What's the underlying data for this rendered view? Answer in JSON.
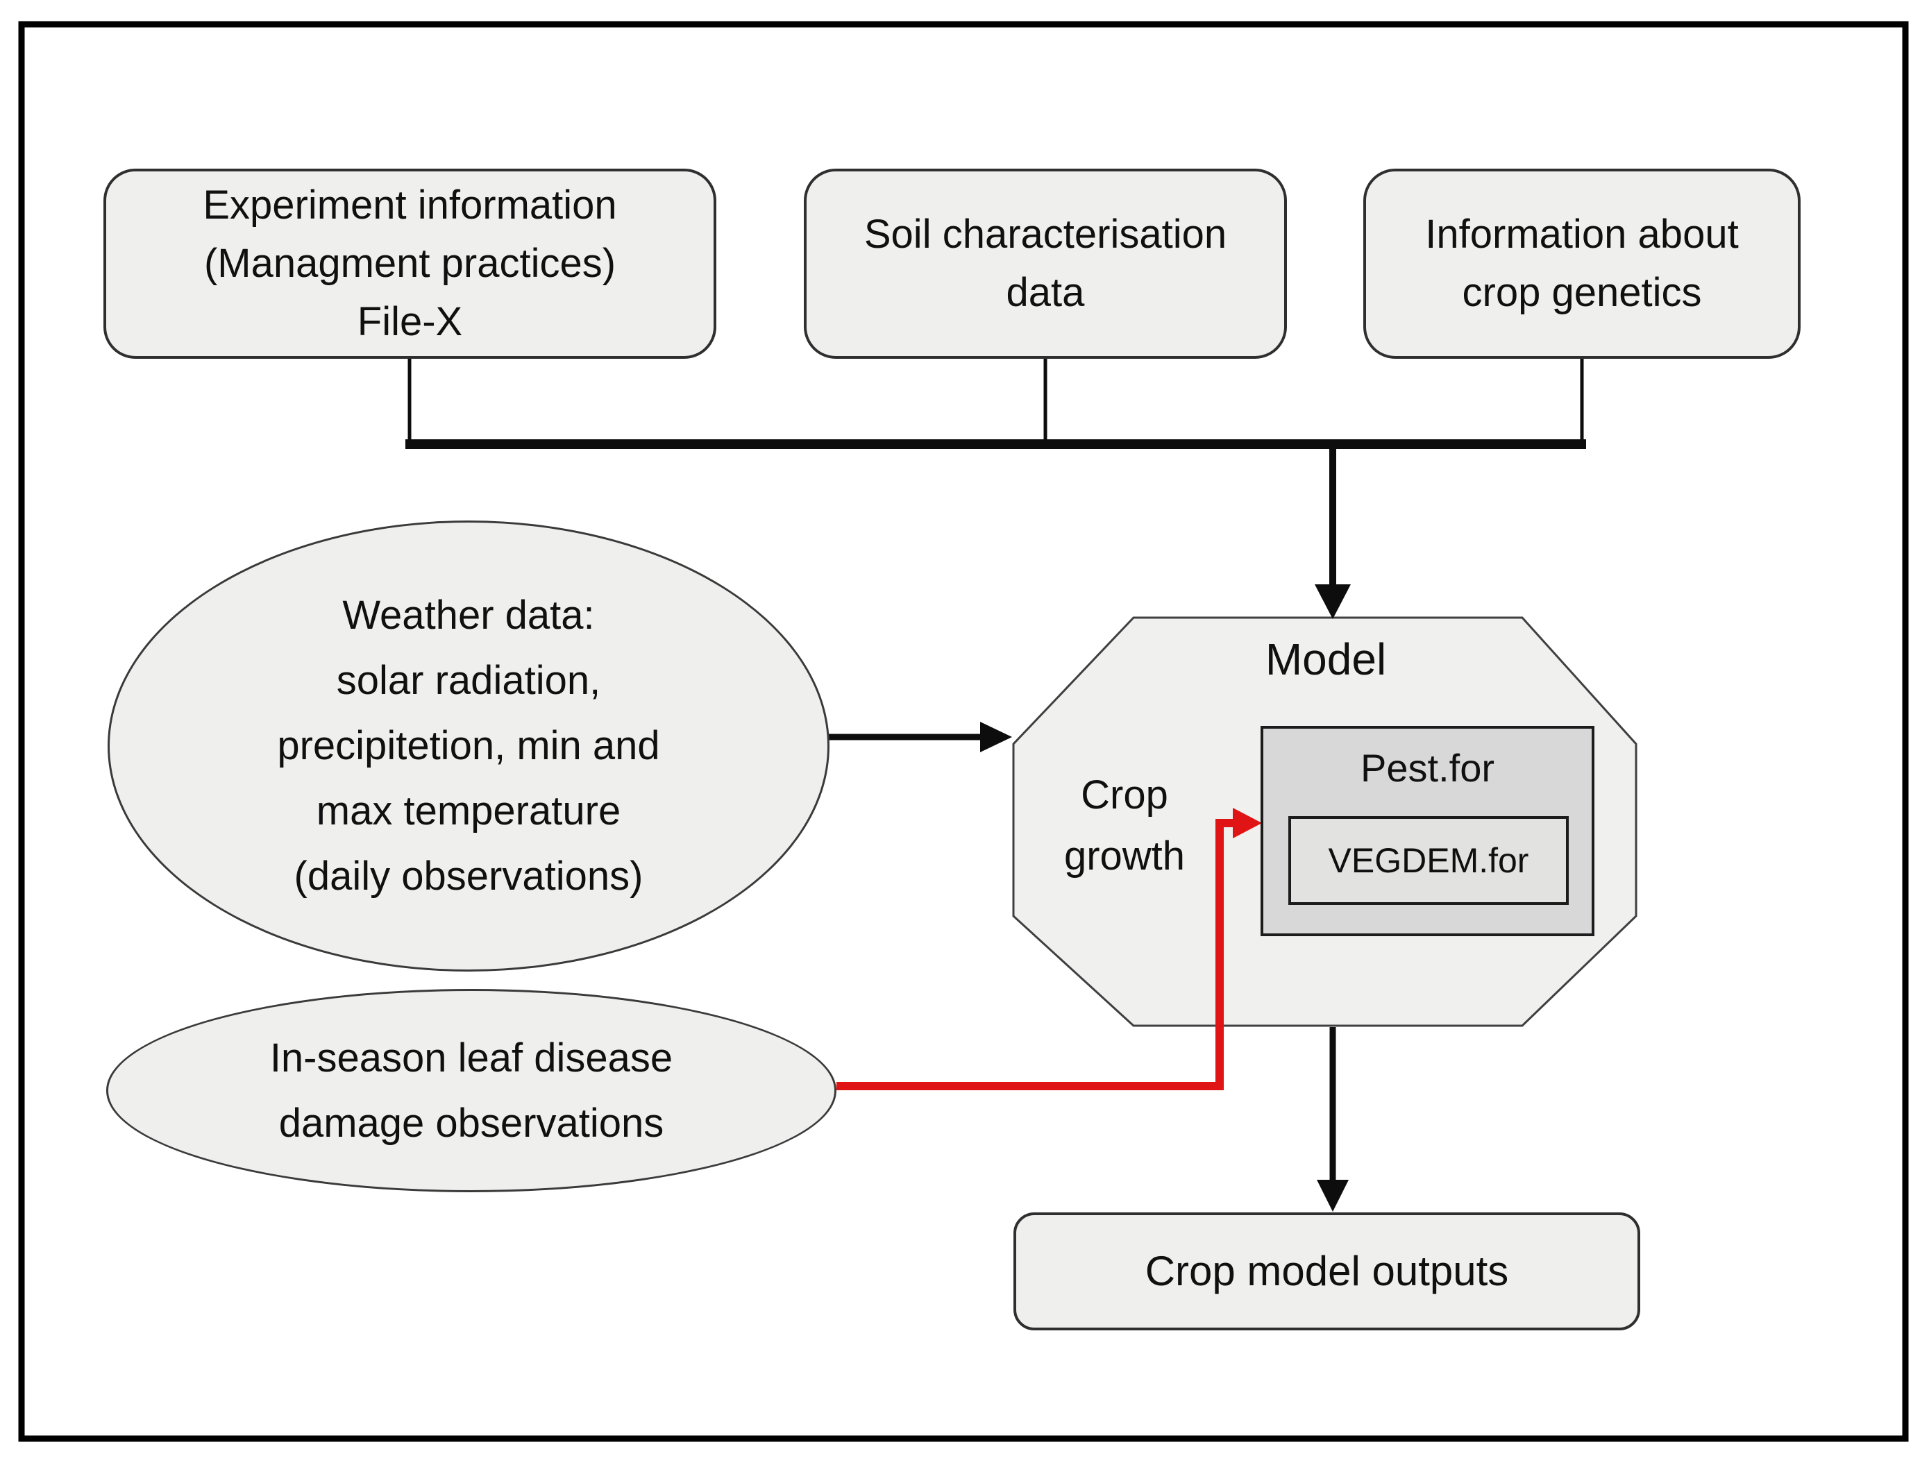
{
  "diagram": {
    "nodes": {
      "experiment": {
        "label": "Experiment information\n(Managment practices)\nFile-X"
      },
      "soil": {
        "label": "Soil characterisation\ndata"
      },
      "genetics": {
        "label": "Information about\ncrop genetics"
      },
      "weather": {
        "label": "Weather data:\nsolar radiation,\nprecipitetion, min and\nmax temperature\n(daily observations)"
      },
      "disease": {
        "label": "In-season leaf disease\ndamage observations"
      },
      "model": {
        "title": "Model",
        "side_label": "Crop\ngrowth",
        "pest_label": "Pest.for",
        "vegdem_label": "VEGDEM.for"
      },
      "outputs": {
        "label": "Crop model outputs"
      }
    },
    "colors": {
      "node_fill": "#efefed",
      "model_fill": "#f0f0ef",
      "pest_fill": "#d8d8d8",
      "vegdem_fill": "#e2e2e1",
      "stroke_dark": "#2f2f2f",
      "connector_black": "#0d0d0d",
      "connector_red": "#e01414",
      "frame": "#000000"
    }
  }
}
